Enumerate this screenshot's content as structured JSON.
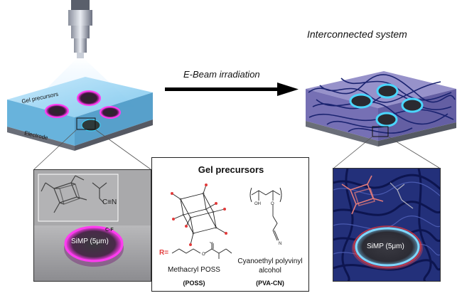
{
  "top": {
    "arrow_label": "E-Beam irradiation",
    "right_title": "Interconnected system",
    "left_labels": {
      "gel": "Gel precursors",
      "electrode": "Electrode"
    }
  },
  "left_zoom": {
    "cn_label": "C≡N",
    "particle_label": "SiMP (5μm)",
    "coating_label": "C-F"
  },
  "center_panel": {
    "title": "Gel precursors",
    "r_label": "R=",
    "poss_caption": "Methacryl POSS",
    "poss_abbr": "(POSS)",
    "pva_caption_line1": "Cyanoethyl polyvinyl",
    "pva_caption_line2": "alcohol",
    "pva_abbr": "(PVA-CN)",
    "pva_oh": "OH",
    "pva_o": "O",
    "pva_n": "N"
  },
  "right_zoom": {
    "particle_label": "SiMP (5μm)"
  },
  "colors": {
    "arrow": "#000000",
    "gel_blue": "#7fc8ef",
    "particle_magenta": "#e02ad8",
    "network_navy": "#1a2370",
    "glow_cyan": "#4ad6ff",
    "poss_red": "#e23b3b"
  }
}
